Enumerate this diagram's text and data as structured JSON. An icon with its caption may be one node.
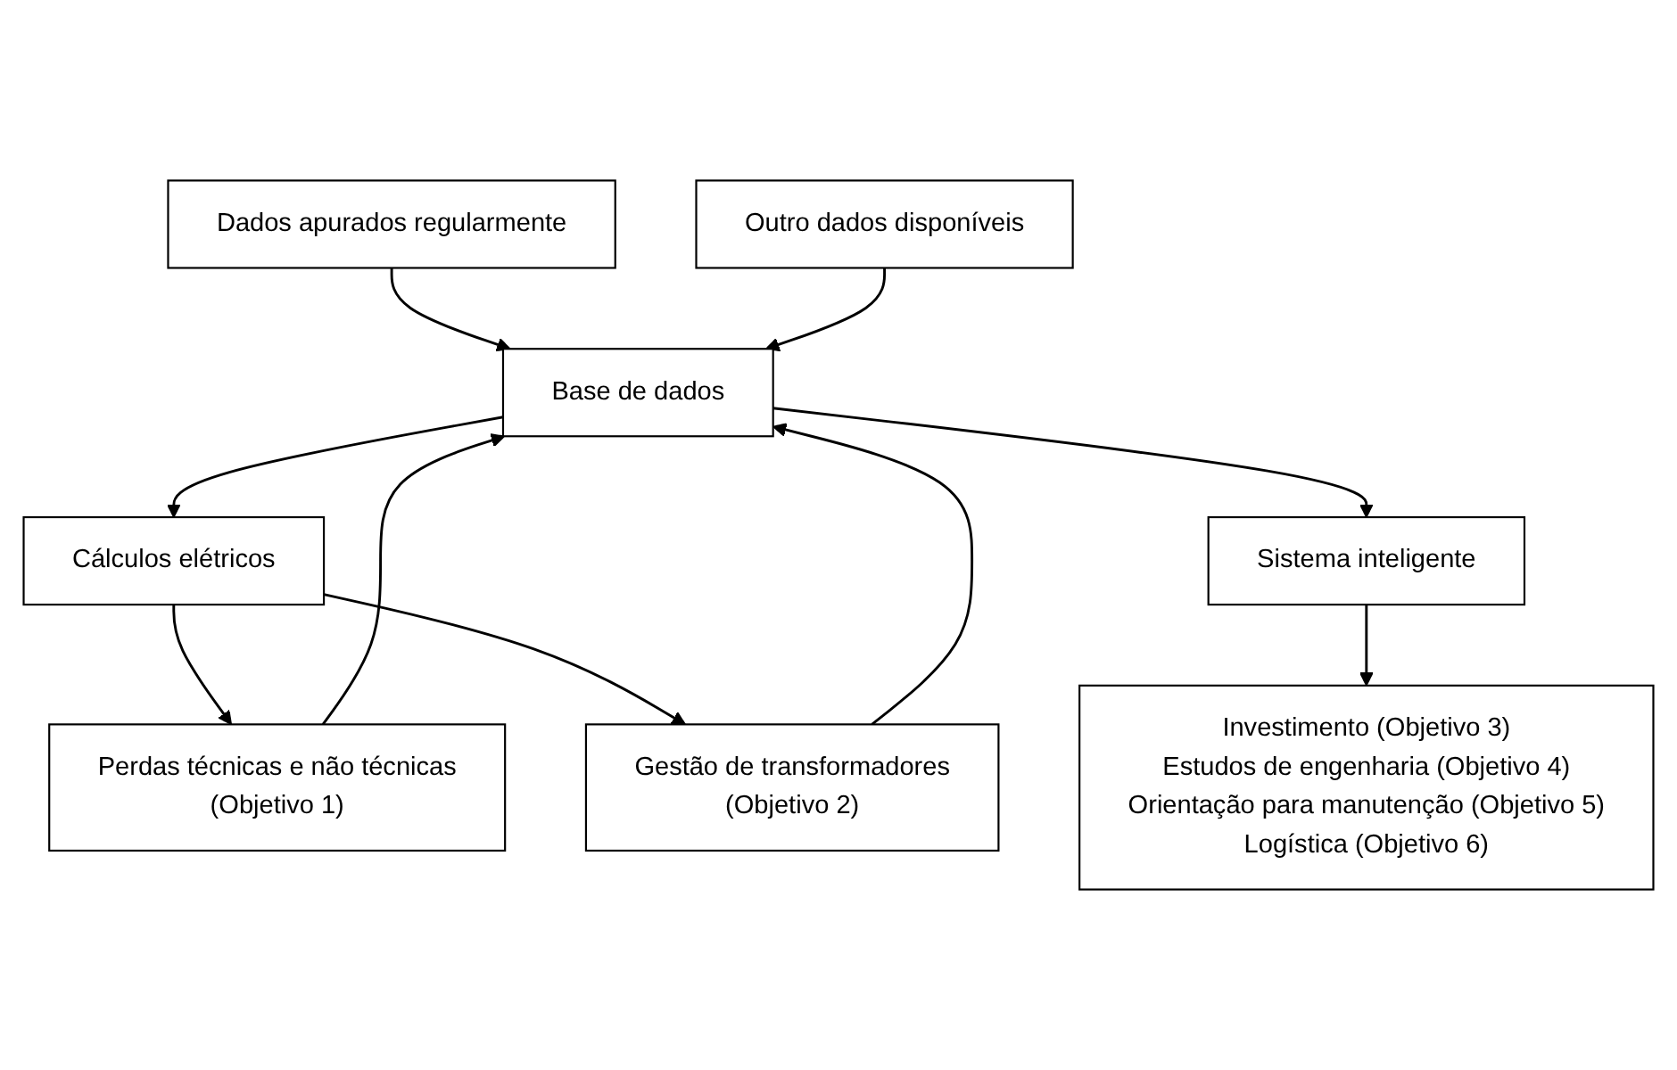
{
  "diagram": {
    "nodes": [
      {
        "text": [
          "Dados apurados regularmente"
        ]
      },
      {
        "text": [
          "Outro dados disponíveis"
        ]
      },
      {
        "text": [
          "Cálculos elétricos"
        ]
      },
      {
        "text": [
          "Base de dados"
        ]
      },
      {
        "text": [
          "Perdas técnicas e não técnicas",
          "(Objetivo 1)"
        ]
      },
      {
        "text": [
          "Sistema inteligente"
        ]
      },
      {
        "text": [
          "Gestão de transformadores",
          "(Objetivo 2)"
        ]
      },
      {
        "text": [
          "Investimento (Objetivo 3)",
          "Estudos de engenharia (Objetivo 4)",
          "Orientação para manutenção (Objetivo 5)",
          "Logística (Objetivo 6)"
        ]
      }
    ],
    "edges": [
      {
        "from": 0,
        "to": 3,
        "arrow": "to"
      },
      {
        "from": 1,
        "to": 3,
        "arrow": "to"
      },
      {
        "from": 3,
        "to": 2,
        "arrow": "to"
      },
      {
        "from": 2,
        "to": 4,
        "arrow": "to"
      },
      {
        "from": 2,
        "to": 6,
        "arrow": "to"
      },
      {
        "from": 4,
        "to": 3,
        "arrow": "to"
      },
      {
        "from": 6,
        "to": 3,
        "arrow": "to"
      },
      {
        "from": 3,
        "to": 5,
        "arrow": "to"
      },
      {
        "from": 5,
        "to": 7,
        "arrow": "to"
      }
    ]
  }
}
